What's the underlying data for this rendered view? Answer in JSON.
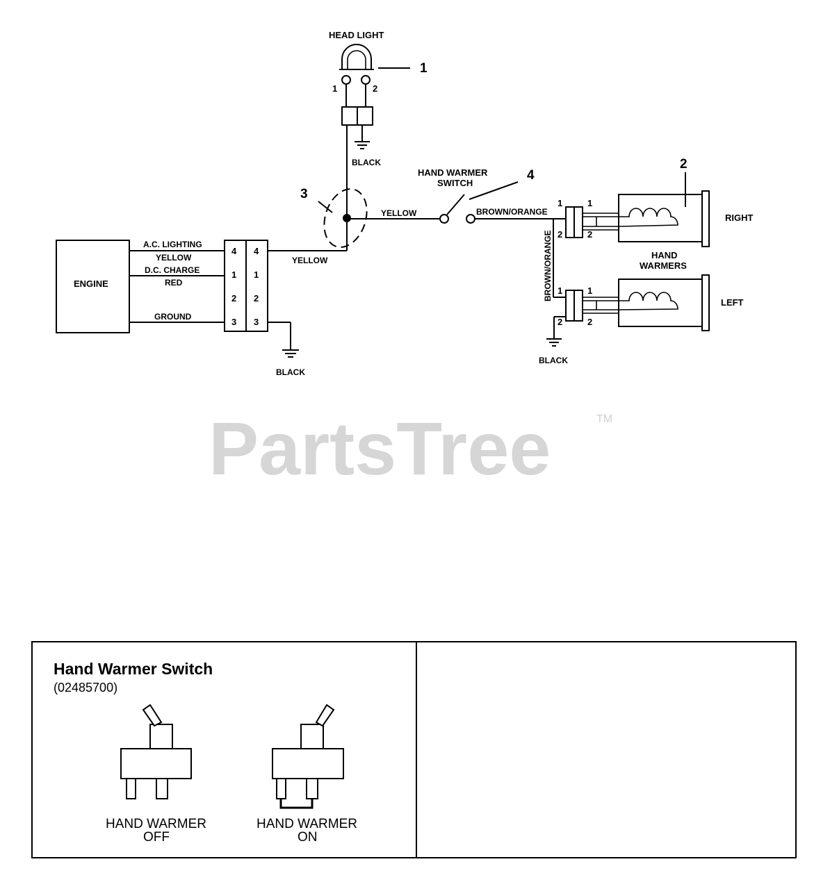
{
  "watermark": {
    "brand": "PartsTree",
    "tm": "TM"
  },
  "diagram": {
    "head_light": "HEAD LIGHT",
    "callouts": {
      "c1": "1",
      "c2": "2",
      "c3": "3",
      "c4": "4"
    },
    "head_light_pins": {
      "p1": "1",
      "p2": "2"
    },
    "ground_labels": {
      "headlight": "BLACK",
      "engine": "BLACK",
      "warmers": "BLACK"
    },
    "engine": "ENGINE",
    "engine_wires": {
      "ac_lighting": "A.C. LIGHTING",
      "yellow": "YELLOW",
      "dc_charge": "D.C. CHARGE",
      "red": "RED",
      "ground": "GROUND"
    },
    "connector_pins": {
      "left": [
        "4",
        "1",
        "2",
        "3"
      ],
      "right": [
        "4",
        "1",
        "2",
        "3"
      ]
    },
    "wire_yellow_bottom": "YELLOW",
    "wire_yellow_top": "YELLOW",
    "switch_label_line1": "HAND WARMER",
    "switch_label_line2": "SWITCH",
    "wire_brown_orange_h": "BROWN/ORANGE",
    "wire_brown_orange_v": "BROWN/ORANGE",
    "warmer_pins": {
      "right_left1": "1",
      "right_left2": "2",
      "right_right1": "1",
      "right_right2": "2",
      "left_left1": "1",
      "left_left2": "2",
      "left_right1": "1",
      "left_right2": "2"
    },
    "right_label": "RIGHT",
    "left_label": "LEFT",
    "hand_warmers_line1": "HAND",
    "hand_warmers_line2": "WARMERS"
  },
  "info_box": {
    "title": "Hand Warmer Switch",
    "part_number": "(02485700)",
    "off_line1": "HAND WARMER",
    "off_line2": "OFF",
    "on_line1": "HAND WARMER",
    "on_line2": "ON"
  }
}
